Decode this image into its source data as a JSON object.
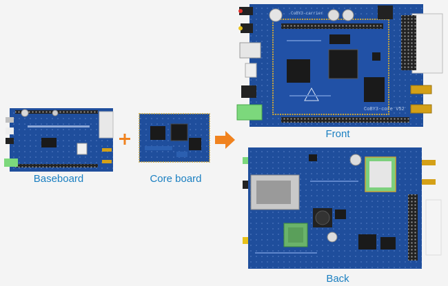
{
  "captions": {
    "baseboard": "Baseboard",
    "core_board": "Core board",
    "front": "Front",
    "back": "Back"
  },
  "board_silkscreen": {
    "front_module": "CoBY3-core V52",
    "front_top": "CoBY3-carrier"
  },
  "colors": {
    "pcb_blue": "#1f4e9c",
    "pcb_dark": "#163a78",
    "accent_orange": "#f0821e",
    "caption_blue": "#1a7fc1",
    "gold": "#d4a017",
    "chip_black": "#1a1a1a"
  },
  "icons": [
    "plus-icon",
    "arrow-right-icon"
  ]
}
